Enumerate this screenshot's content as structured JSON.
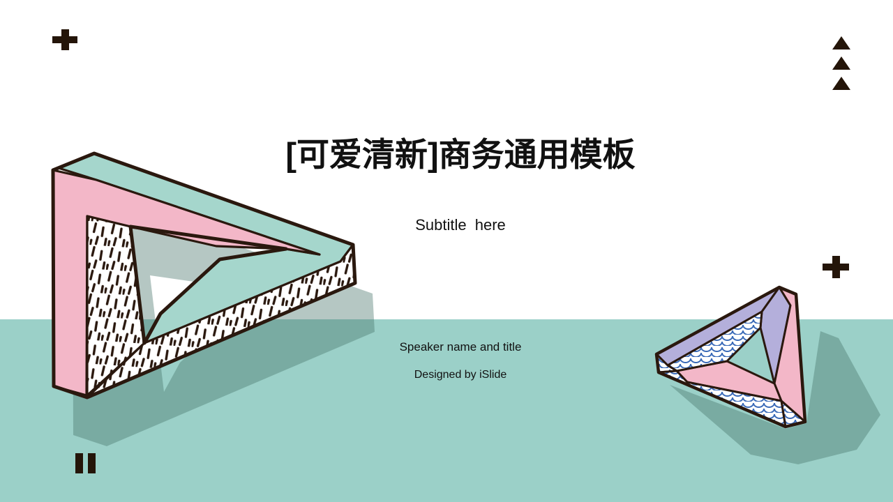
{
  "slide": {
    "title": "[可爱清新]商务通用模板",
    "subtitle": "Subtitle here",
    "speaker": "Speaker name and title",
    "credit": "Designed by iSlide"
  },
  "decor": {
    "top_left_icon": "plus-icon",
    "top_right_icons": "triangle-up-icon x3",
    "mid_right_icon": "plus-icon",
    "bottom_left_icon": "pause-bars-icon"
  },
  "illustrations": {
    "left": "penrose-triangle-large",
    "right": "penrose-triangle-small"
  },
  "colors": {
    "background": "#ffffff",
    "teal_band": "#9bd0c8",
    "triangle_teal": "#a5d6cc",
    "triangle_pink": "#f3b7c8",
    "triangle_purple": "#b4afdb",
    "wave_blue": "#3a6ab8",
    "outline": "#2a180e",
    "decor_dark": "#241509",
    "shadow": "rgba(70,114,106,0.40)",
    "text": "#111111"
  }
}
